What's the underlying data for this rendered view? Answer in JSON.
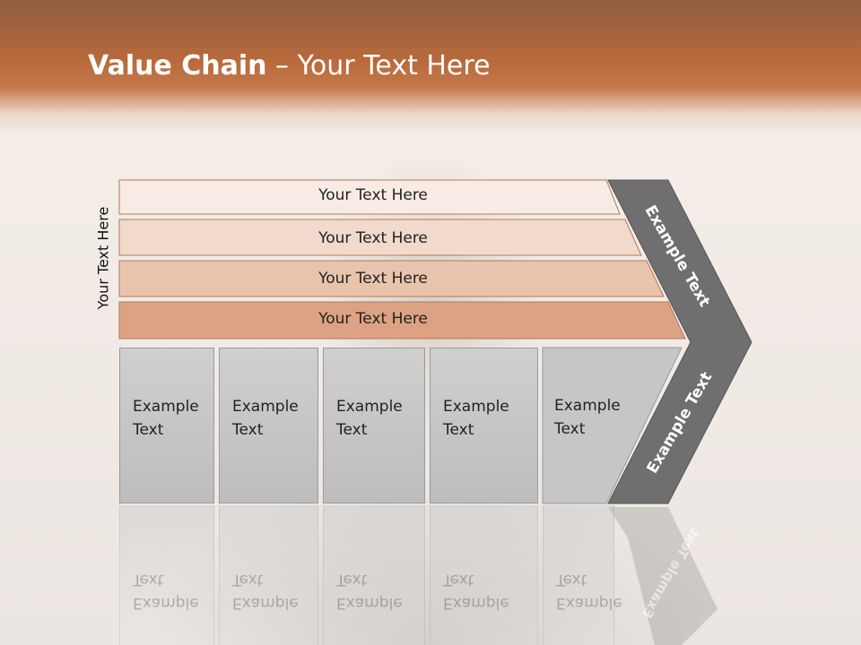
{
  "slide": {
    "title_bold": "Value Chain",
    "title_rest": " – Your Text Here",
    "side_label": "Your Text Here"
  },
  "rows": [
    {
      "label": "Your Text Here",
      "fill": "#f8ebe6"
    },
    {
      "label": "Your Text Here",
      "fill": "#f1d9cc"
    },
    {
      "label": "Your Text Here",
      "fill": "#e9c4ad"
    },
    {
      "label": "Your Text Here",
      "fill": "#dca283"
    }
  ],
  "boxes": [
    {
      "line1": "Example",
      "line2": "Text"
    },
    {
      "line1": "Example",
      "line2": "Text"
    },
    {
      "line1": "Example",
      "line2": "Text"
    },
    {
      "line1": "Example",
      "line2": "Text"
    },
    {
      "line1": "Example",
      "line2": "Text"
    }
  ],
  "chevron": {
    "upper_label": "Example Text",
    "lower_label": "Example Text",
    "fill": "#6f6f6f"
  },
  "colors": {
    "title_bar": "#b86a3b",
    "row_border": "#b07a5a",
    "box_fill": "#c8c8c8"
  }
}
